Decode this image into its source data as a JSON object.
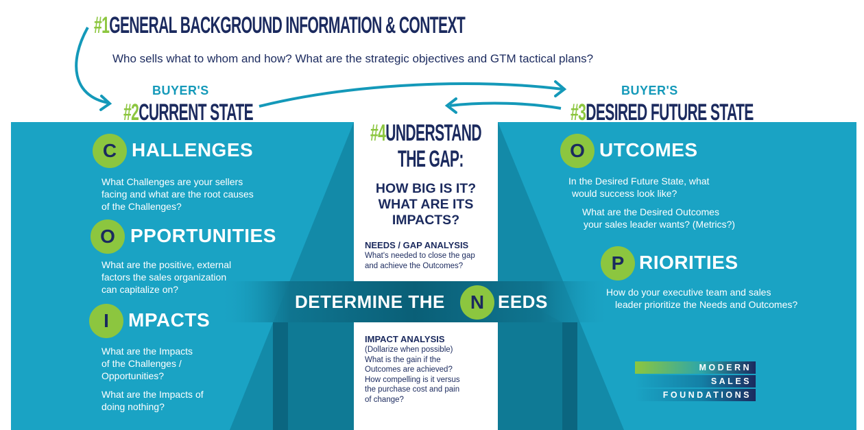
{
  "title": {
    "number": "#1",
    "text": "GENERAL BACKGROUND INFORMATION & CONTEXT"
  },
  "subtitle": "Who sells what to whom and how? What are the strategic objectives and GTM tactical plans?",
  "current_state": {
    "prefix": "BUYER'S",
    "number": "#2",
    "text": "CURRENT STATE"
  },
  "future_state": {
    "prefix": "BUYER'S",
    "number": "#3",
    "text": "DESIRED FUTURE STATE"
  },
  "gap": {
    "number": "#4",
    "line1": "UNDERSTAND",
    "line2": "THE GAP:",
    "question_lines": [
      "HOW BIG IS IT?",
      "WHAT ARE ITS",
      "IMPACTS?"
    ],
    "needs_heading": "NEEDS / GAP ANALYSIS",
    "needs_lines": [
      "What's needed to close the gap",
      "and achieve the Outcomes?"
    ],
    "impact_heading": "IMPACT ANALYSIS",
    "impact_lines": [
      "(Dollarize when possible)",
      "What is the gain if the",
      "Outcomes are achieved?",
      "How compelling is it versus",
      "the purchase cost and pain",
      "of change?"
    ]
  },
  "challenges": {
    "letter": "C",
    "rest": "HALLENGES",
    "lines": [
      "What Challenges are your sellers",
      "facing and what are the root causes",
      "of the Challenges?"
    ]
  },
  "opportunities": {
    "letter": "O",
    "rest": "PPORTUNITIES",
    "lines": [
      "What are the positive, external",
      "factors the sales organization",
      "can capitalize on?"
    ]
  },
  "impacts": {
    "letter": "I",
    "rest": "MPACTS",
    "lines1": [
      "What are the Impacts",
      "of the Challenges /",
      "Opportunities?"
    ],
    "lines2": [
      "What are the Impacts of",
      "doing nothing?"
    ]
  },
  "outcomes": {
    "letter": "O",
    "rest": "UTCOMES",
    "lines1": [
      "In the Desired Future State, what",
      "would success look like?"
    ],
    "lines2": [
      "What are the Desired Outcomes",
      "your sales leader wants? (Metrics?)"
    ]
  },
  "priorities": {
    "letter": "P",
    "rest": "RIORITIES",
    "lines": [
      "How do your executive team and sales",
      "leader prioritize the Needs and Outcomes?"
    ]
  },
  "needs_band": {
    "before": "DETERMINE THE",
    "letter": "N",
    "after": "EEDS"
  },
  "logo": {
    "line1": "MODERN",
    "line2": "SALES",
    "line3": "FOUNDATIONS"
  },
  "colors": {
    "teal": "#1aa3c4",
    "dark_teal": "#0d6f87",
    "green": "#8cc63f",
    "navy": "#1b2a5e"
  }
}
